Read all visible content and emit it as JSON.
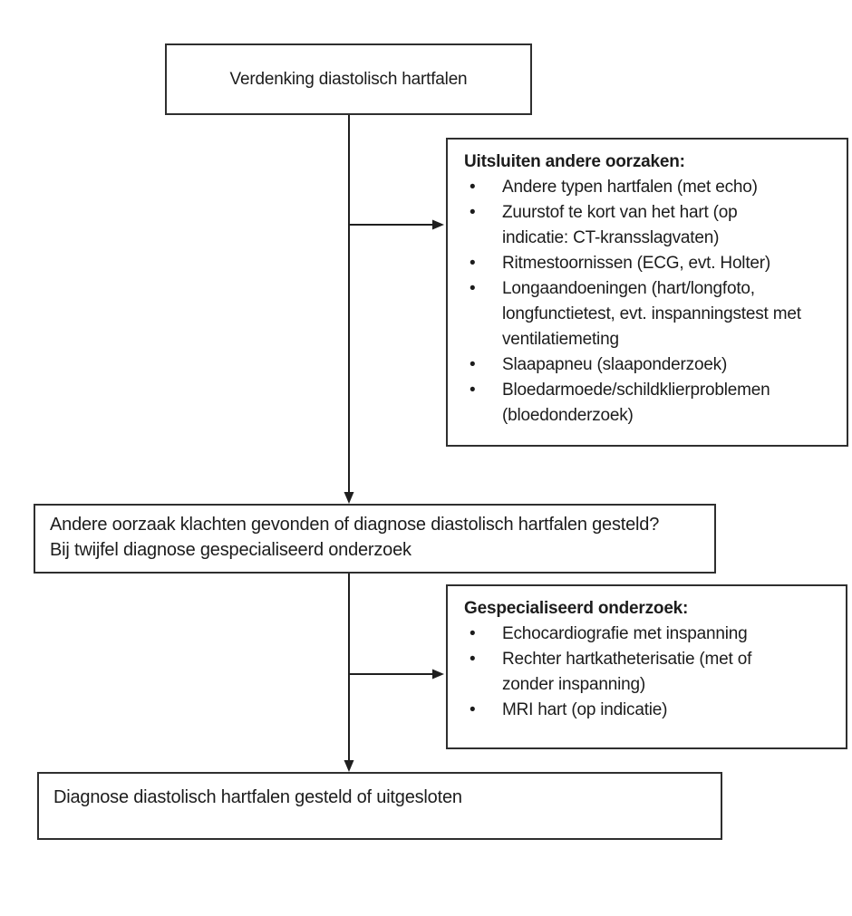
{
  "flowchart": {
    "suspicion_box": {
      "text": "Verdenking diastolisch hartfalen"
    },
    "exclude_box": {
      "heading": "Uitsluiten andere oorzaken:",
      "bullets": [
        "Andere typen hartfalen (met echo)",
        "Zuurstof te kort van het hart (op\nindicatie: CT-kransslagvaten)",
        "Ritmestoornissen (ECG, evt. Holter)",
        "Longaandoeningen (hart/longfoto,\nlongfunctietest, evt. inspanningstest met\nventilatiemeting",
        "Slaapapneu (slaaponderzoek)",
        "Bloedarmoede/schildklierproblemen\n(bloedonderzoek)"
      ]
    },
    "question_box": {
      "line1": "Andere oorzaak klachten gevonden of diagnose diastolisch hartfalen gesteld?",
      "line2": "Bij twijfel diagnose gespecialiseerd onderzoek"
    },
    "specialized_box": {
      "heading": "Gespecialiseerd onderzoek:",
      "bullets": [
        "Echocardiografie met inspanning",
        "Rechter hartkatheterisatie (met of\nzonder inspanning)",
        "MRI hart (op indicatie)"
      ]
    },
    "diagnosis_box": {
      "text": "Diagnose diastolisch hartfalen gesteld of uitgesloten"
    }
  },
  "colors": {
    "border": "#2f2f2f",
    "line": "#1f1f1f",
    "text": "#1c1c1c",
    "background": "#ffffff"
  }
}
